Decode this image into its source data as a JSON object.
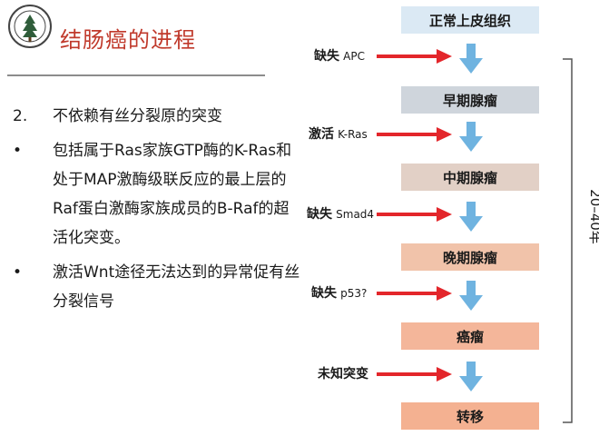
{
  "title": "结肠癌的进程",
  "bullets": [
    {
      "marker": "2.",
      "text": "不依赖有丝分裂原的突变"
    },
    {
      "marker": "•",
      "text": "包括属于Ras家族GTP酶的K-Ras和处于MAP激酶级联反应的最上层的Raf蛋白激酶家族成员的B-Raf的超活化突变。"
    },
    {
      "marker": "•",
      "text": "激活Wnt途径无法达到的异常促有丝分裂信号"
    }
  ],
  "stages": [
    {
      "label": "正常上皮组织",
      "color": "#dbe9f4"
    },
    {
      "label": "早期腺瘤",
      "color": "#cfd5dc"
    },
    {
      "label": "中期腺瘤",
      "color": "#e2d0c6"
    },
    {
      "label": "晚期腺瘤",
      "color": "#f1c3aa"
    },
    {
      "label": "癌瘤",
      "color": "#f4b69a"
    },
    {
      "label": "转移",
      "color": "#f4b191"
    }
  ],
  "events": [
    {
      "main": "缺失",
      "sub": "APC"
    },
    {
      "main": "激活",
      "sub": "K-Ras"
    },
    {
      "main": "缺失",
      "sub": "Smad4"
    },
    {
      "main": "缺失",
      "sub": "p53?"
    },
    {
      "main": "未知突变",
      "sub": ""
    }
  ],
  "time_span": "20–40年",
  "colors": {
    "title": "#c0392b",
    "arrow_red": "#e3262b",
    "arrow_blue": "#6fb3e0",
    "bracket": "#555555"
  }
}
